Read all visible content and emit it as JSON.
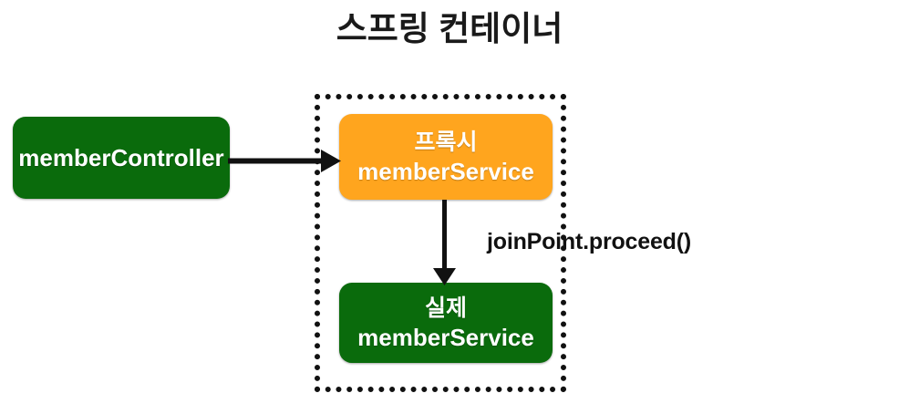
{
  "diagram": {
    "type": "spring-aop-proxy-flow",
    "title": "스프링 컨테이너",
    "background_color": "#ffffff",
    "container": {
      "name": "spring-container",
      "border_style": "dotted",
      "border_color": "#111111"
    },
    "nodes": [
      {
        "id": "member-controller",
        "lines": [
          "memberController"
        ],
        "fill": "#0a6b0c",
        "text_color": "#ffffff",
        "inside_container": false
      },
      {
        "id": "proxy-member-service",
        "lines": [
          "프록시",
          "memberService"
        ],
        "fill": "#ffa51e",
        "text_color": "#ffffff",
        "inside_container": true
      },
      {
        "id": "real-member-service",
        "lines": [
          "실제",
          "memberService"
        ],
        "fill": "#0a6b0c",
        "text_color": "#ffffff",
        "inside_container": true
      }
    ],
    "edges": [
      {
        "id": "controller-to-proxy",
        "from": "member-controller",
        "to": "proxy-member-service",
        "label": "",
        "direction": "right",
        "color": "#111111"
      },
      {
        "id": "proxy-to-real",
        "from": "proxy-member-service",
        "to": "real-member-service",
        "label": "joinPoint.proceed()",
        "direction": "down",
        "color": "#111111"
      }
    ],
    "labels": {
      "joinpoint": "joinPoint.proceed()"
    }
  }
}
